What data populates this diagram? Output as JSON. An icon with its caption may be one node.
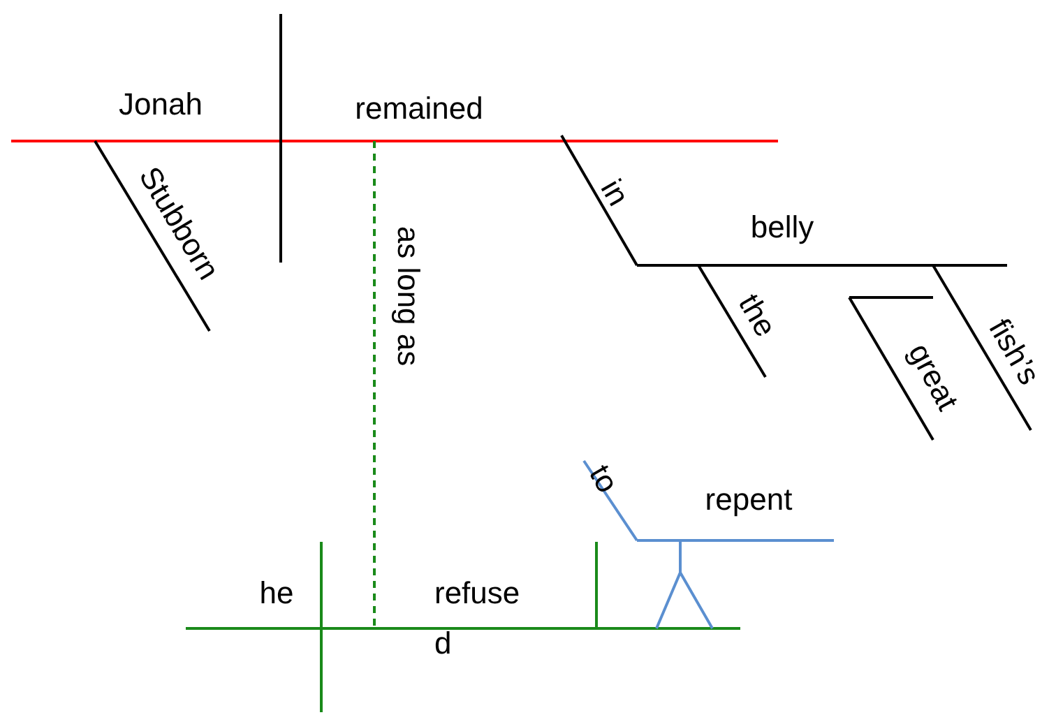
{
  "diagram": {
    "labels": [
      "Jonah",
      "remained",
      "Stubborn",
      "in",
      "belly",
      "as long as",
      "the",
      "great",
      "fish’s",
      "to",
      "repent",
      "he",
      "refused"
    ]
  }
}
